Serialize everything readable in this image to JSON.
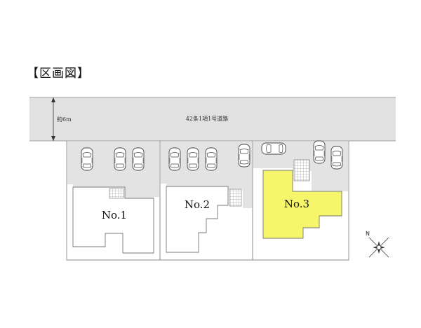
{
  "title": "【区画図】",
  "road": {
    "label": "42条1項1号道路",
    "width_label": "約6m",
    "fill": "#e1e1e1"
  },
  "lots": [
    {
      "label": "No.1",
      "fill": "#ffffff",
      "highlight": false
    },
    {
      "label": "No.2",
      "fill": "#ffffff",
      "highlight": false
    },
    {
      "label": "No.3",
      "fill": "#f7f56a",
      "highlight": true
    }
  ],
  "north": {
    "label": "N",
    "icon": "compass-north-icon"
  },
  "colors": {
    "parking": "#e3e3e3",
    "line": "#7a7a7a",
    "highlight": "#f7f56a"
  }
}
